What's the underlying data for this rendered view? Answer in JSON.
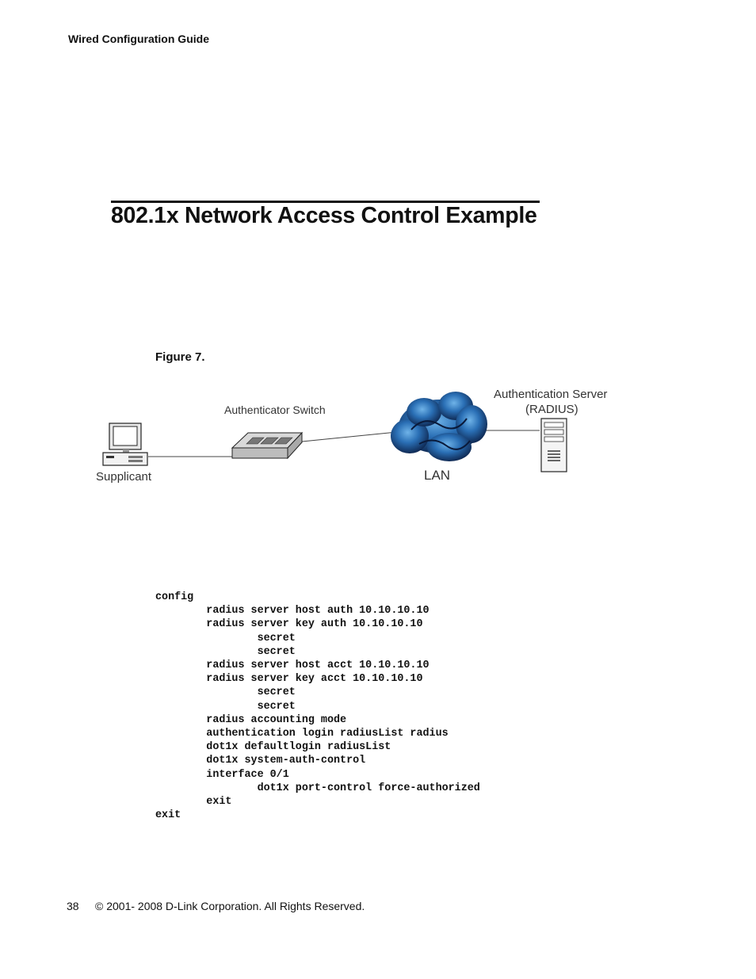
{
  "header": {
    "running_title": "Wired Configuration Guide"
  },
  "section": {
    "title": "802.1x Network Access Control Example"
  },
  "figure": {
    "label": "Figure 7.",
    "labels": {
      "supplicant": "Supplicant",
      "switch": "Authenticator Switch",
      "lan": "LAN",
      "server_line1": "Authentication Server",
      "server_line2": "(RADIUS)"
    },
    "icons": [
      "computer-icon",
      "switch-icon",
      "cloud-icon",
      "server-icon"
    ]
  },
  "code": {
    "lines": [
      "config",
      "        radius server host auth 10.10.10.10",
      "        radius server key auth 10.10.10.10",
      "                secret",
      "                secret",
      "        radius server host acct 10.10.10.10",
      "        radius server key acct 10.10.10.10",
      "                secret",
      "                secret",
      "        radius accounting mode",
      "        authentication login radiusList radius",
      "        dot1x defaultlogin radiusList",
      "        dot1x system-auth-control",
      "        interface 0/1",
      "                dot1x port-control force-authorized",
      "        exit",
      "exit"
    ]
  },
  "footer": {
    "page_number": "38",
    "copyright": "© 2001- 2008 D-Link Corporation. All Rights Reserved."
  }
}
